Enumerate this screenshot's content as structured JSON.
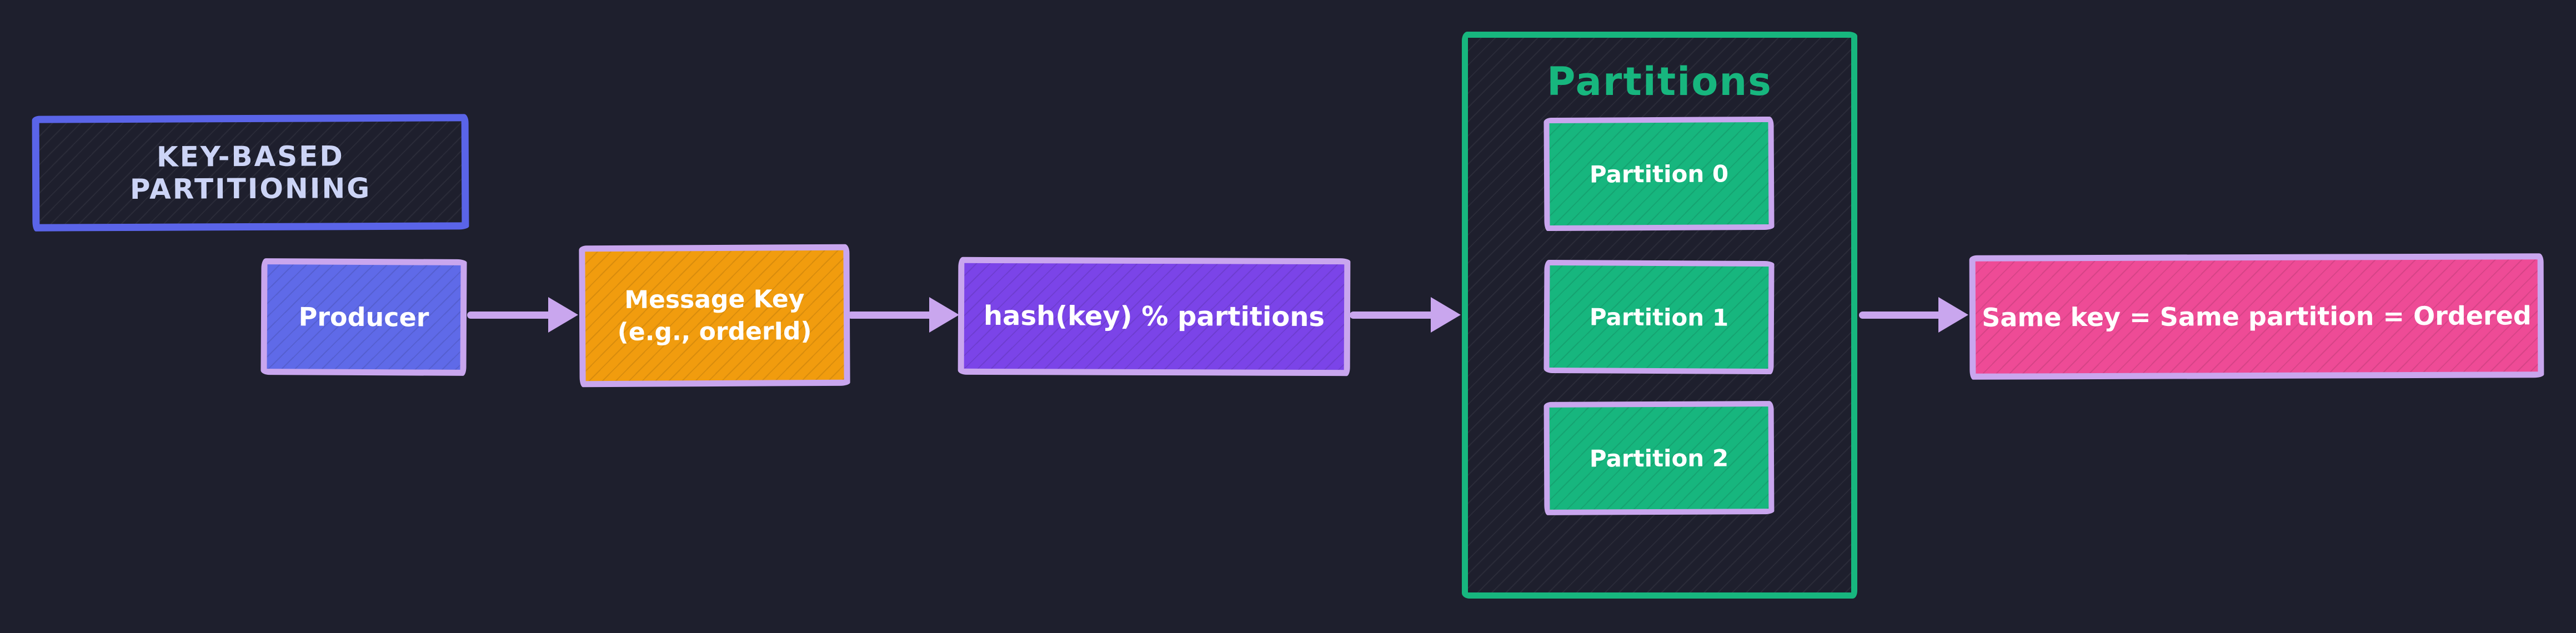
{
  "canvas": {
    "background": "#1e1f2d",
    "accent_lavender": "#c9a6ee"
  },
  "title_box": {
    "label": "KEY-BASED PARTITIONING",
    "border_color": "#5a64e8",
    "text_color": "#ccd4f6"
  },
  "nodes": {
    "producer": {
      "label": "Producer",
      "fill": "#5f6ae8"
    },
    "message_key": {
      "label": "Message Key\n(e.g., orderId)",
      "fill": "#f19c0e"
    },
    "hash_formula": {
      "label": "hash(key) % partitions",
      "fill": "#7b44e8"
    },
    "result": {
      "label": "Same key = Same partition = Ordered",
      "fill": "#ee4b96"
    }
  },
  "partitions_group": {
    "title": "Partitions",
    "border_color": "#17b67e",
    "item_fill": "#17b67e",
    "items": [
      {
        "label": "Partition 0"
      },
      {
        "label": "Partition 1"
      },
      {
        "label": "Partition 2"
      }
    ]
  },
  "arrows": {
    "color": "#c9a6ee"
  }
}
